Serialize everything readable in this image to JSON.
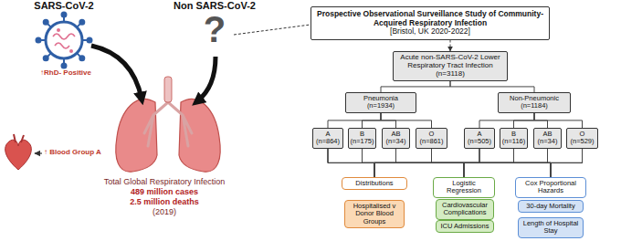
{
  "diagram": {
    "nodes": [
      {
        "text": [
          "Prospective Observational Surveillance Study of Community-Acquired Respiratory Infection",
          "[Bristol, UK 2020-2022]"
        ]
      },
      {
        "text": [
          "Acute non-SARS-CoV-2 Lower Respiratory Tract Infection",
          "(n=3118)"
        ]
      },
      {
        "text": [
          "Pneumonia",
          "(n=1934)"
        ]
      },
      {
        "text": [
          "Non-Pneumonic",
          "(n=1184)"
        ]
      },
      {
        "text": [
          "A",
          "(n=864)"
        ]
      },
      {
        "text": [
          "B",
          "(n=175)"
        ]
      },
      {
        "text": [
          "AB",
          "(n=34)"
        ]
      },
      {
        "text": [
          "O",
          "(n=861)"
        ]
      },
      {
        "text": [
          "A",
          "(n=505)"
        ]
      },
      {
        "text": [
          "B",
          "(n=116)"
        ]
      },
      {
        "text": [
          "AB",
          "(n=34)"
        ]
      },
      {
        "text": [
          "O",
          "(n=529)"
        ]
      },
      {
        "text": [
          "Distributions"
        ]
      },
      {
        "text": [
          "Hospitalised v Donor Blood Groups"
        ]
      },
      {
        "text": [
          "Logistic Regression"
        ]
      },
      {
        "text": [
          "Cardiovascular Complications"
        ]
      },
      {
        "text": [
          "ICU Admissions"
        ]
      },
      {
        "text": [
          "Cox Proportional Hazards"
        ]
      },
      {
        "text": [
          "30-day Mortality"
        ]
      },
      {
        "text": [
          "Length of Hospital Stay"
        ]
      }
    ],
    "edges": [
      {
        "from": 0,
        "to": 1,
        "arrow": "to"
      },
      {
        "from": 1,
        "to": 2,
        "arrow": "none"
      },
      {
        "from": 1,
        "to": 3,
        "arrow": "none"
      },
      {
        "from": 2,
        "to": 4,
        "arrow": "none"
      },
      {
        "from": 2,
        "to": 5,
        "arrow": "none"
      },
      {
        "from": 2,
        "to": 6,
        "arrow": "none"
      },
      {
        "from": 2,
        "to": 7,
        "arrow": "none"
      },
      {
        "from": 3,
        "to": 8,
        "arrow": "none"
      },
      {
        "from": 3,
        "to": 9,
        "arrow": "none"
      },
      {
        "from": 3,
        "to": 10,
        "arrow": "none"
      },
      {
        "from": 3,
        "to": 11,
        "arrow": "none"
      },
      {
        "from": 4,
        "to": 12,
        "arrow": "none"
      },
      {
        "from": 4,
        "to": 14,
        "arrow": "none"
      },
      {
        "from": 4,
        "to": 17,
        "arrow": "none"
      },
      {
        "from": 5,
        "to": 12,
        "arrow": "none"
      },
      {
        "from": 5,
        "to": 14,
        "arrow": "none"
      },
      {
        "from": 5,
        "to": 17,
        "arrow": "none"
      },
      {
        "from": 6,
        "to": 12,
        "arrow": "none"
      },
      {
        "from": 6,
        "to": 14,
        "arrow": "none"
      },
      {
        "from": 6,
        "to": 17,
        "arrow": "none"
      },
      {
        "from": 7,
        "to": 12,
        "arrow": "none"
      },
      {
        "from": 7,
        "to": 14,
        "arrow": "none"
      },
      {
        "from": 7,
        "to": 17,
        "arrow": "none"
      },
      {
        "from": 8,
        "to": 12,
        "arrow": "none"
      },
      {
        "from": 8,
        "to": 14,
        "arrow": "none"
      },
      {
        "from": 8,
        "to": 17,
        "arrow": "none"
      },
      {
        "from": 9,
        "to": 12,
        "arrow": "none"
      },
      {
        "from": 9,
        "to": 14,
        "arrow": "none"
      },
      {
        "from": 9,
        "to": 17,
        "arrow": "none"
      },
      {
        "from": 10,
        "to": 12,
        "arrow": "none"
      },
      {
        "from": 10,
        "to": 14,
        "arrow": "none"
      },
      {
        "from": 10,
        "to": 17,
        "arrow": "none"
      },
      {
        "from": 11,
        "to": 12,
        "arrow": "none"
      },
      {
        "from": 11,
        "to": 14,
        "arrow": "none"
      },
      {
        "from": 11,
        "to": 17,
        "arrow": "none"
      }
    ],
    "labels": [
      "SARS-CoV-2",
      "Non SARS-CoV-2",
      "?",
      "↑RhD- Positive",
      "↑ Blood Group A",
      "Total Global Respiratory Infection",
      "489 million cases",
      "2.5 million deaths",
      "(2019)"
    ]
  }
}
